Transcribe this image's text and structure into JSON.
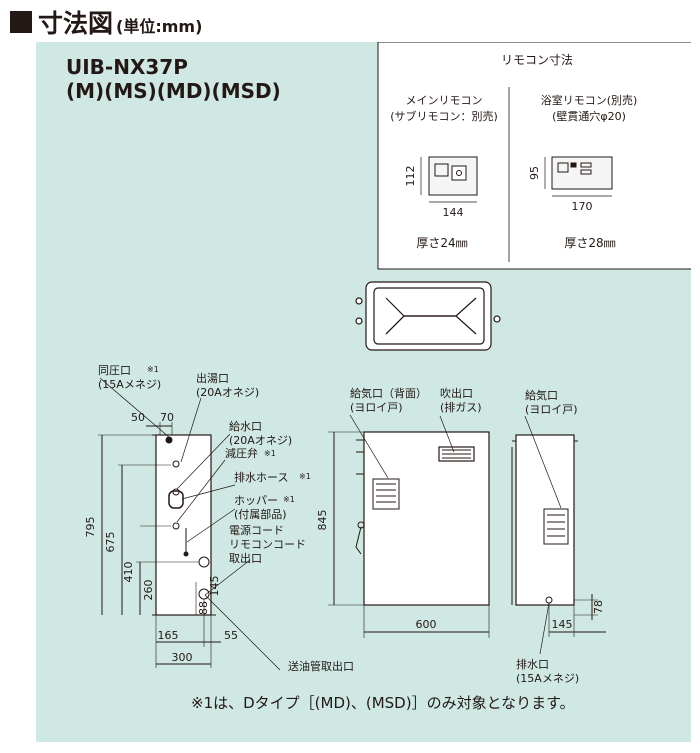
{
  "header": {
    "title": "寸法図",
    "unit": "(単位:mm)"
  },
  "model": {
    "line1": "UIB-NX37P",
    "line2": "(M)(MS)(MD)(MSD)"
  },
  "remote": {
    "title": "リモコン寸法",
    "main": {
      "name": "メインリモコン",
      "sub": "(サブリモコン：別売)",
      "height": "112",
      "width": "144",
      "thickness": "厚さ24㎜"
    },
    "bath": {
      "name": "浴室リモコン(別売)",
      "sub": "(壁貫通穴φ20)",
      "height": "95",
      "width": "170",
      "thickness": "厚さ28㎜"
    }
  },
  "labels": {
    "douatsu": "同圧口",
    "douatsu_sub": "(15Aメネジ)",
    "note1": "※1",
    "deyu": "出湯口",
    "deyu_sub": "(20Aオネジ)",
    "kyusui": "給水口",
    "kyusui_sub": "(20Aオネジ)",
    "genatsu": "減圧弁",
    "haisui_hose": "排水ホース",
    "hopper": "ホッパー",
    "hopper_sub": "(付属部品)",
    "dengen": "電源コード",
    "remocon_cord": "リモコンコード",
    "toridashi": "取出口",
    "soyu": "送油管取出口",
    "kyuki_back": "給気口（背面）",
    "kyuki_back_sub": "(ヨロイ戸)",
    "fukide": "吹出口",
    "fukide_sub": "(排ガス)",
    "kyuki": "給気口",
    "kyuki_sub": "(ヨロイ戸)",
    "haisui": "排水口",
    "haisui_sub": "(15Aメネジ)"
  },
  "dims": {
    "d50": "50",
    "d70": "70",
    "d795": "795",
    "d675": "675",
    "d410": "410",
    "d260": "260",
    "d145": "145",
    "d88": "88",
    "d165": "165",
    "d55": "55",
    "d300": "300",
    "d845": "845",
    "d600": "600",
    "d78": "78",
    "d145b": "145"
  },
  "footnote": "※1は、Dタイプ［(MD)、(MSD)］のみ対象となります。"
}
